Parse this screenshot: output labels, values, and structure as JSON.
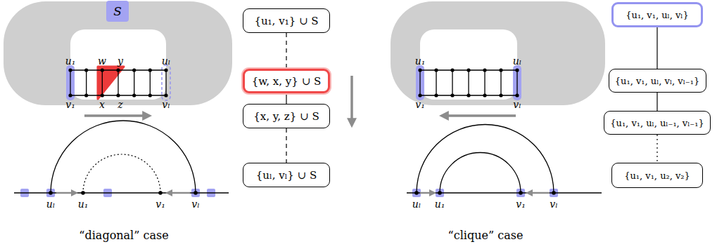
{
  "diagram": {
    "nodes": [
      {
        "text": [
          "S"
        ]
      },
      {
        "text": [
          "{u₁, v₁} ∪ S"
        ]
      },
      {
        "text": [
          "{w, x, y} ∪ S"
        ]
      },
      {
        "text": [
          "{x, y, z} ∪ S"
        ]
      },
      {
        "text": [
          "{uₗ, vₗ} ∪ S"
        ]
      },
      {
        "text": [
          "{u₁, v₁, uₗ, vₗ}"
        ]
      },
      {
        "text": [
          "{u₁, v₁, uₗ, vₗ, vₗ₋₁}"
        ]
      },
      {
        "text": [
          "{u₁, v₁, uₗ, uₗ₋₁, vₗ₋₁}"
        ]
      },
      {
        "text": [
          "{u₁, v₁, u₂, v₂}"
        ]
      }
    ],
    "edges": [
      {
        "from": 1,
        "to": 2,
        "arrow": "none"
      },
      {
        "from": 2,
        "to": 3,
        "arrow": "none"
      },
      {
        "from": 3,
        "to": 4,
        "arrow": "none"
      },
      {
        "from": 5,
        "to": 6,
        "arrow": "none"
      },
      {
        "from": 6,
        "to": 7,
        "arrow": "none"
      },
      {
        "from": 7,
        "to": 8,
        "arrow": "none"
      }
    ],
    "labels": [
      "u₁",
      "w",
      "y",
      "uₗ",
      "v₁",
      "x",
      "z",
      "vₗ",
      "uₗ",
      "u₁",
      "v₁",
      "vₗ",
      "“diagonal” case",
      "u₁",
      "v₁",
      "uₗ",
      "vₗ",
      "uₗ",
      "u₁",
      "v₁",
      "vₗ",
      "“clique” case"
    ]
  }
}
